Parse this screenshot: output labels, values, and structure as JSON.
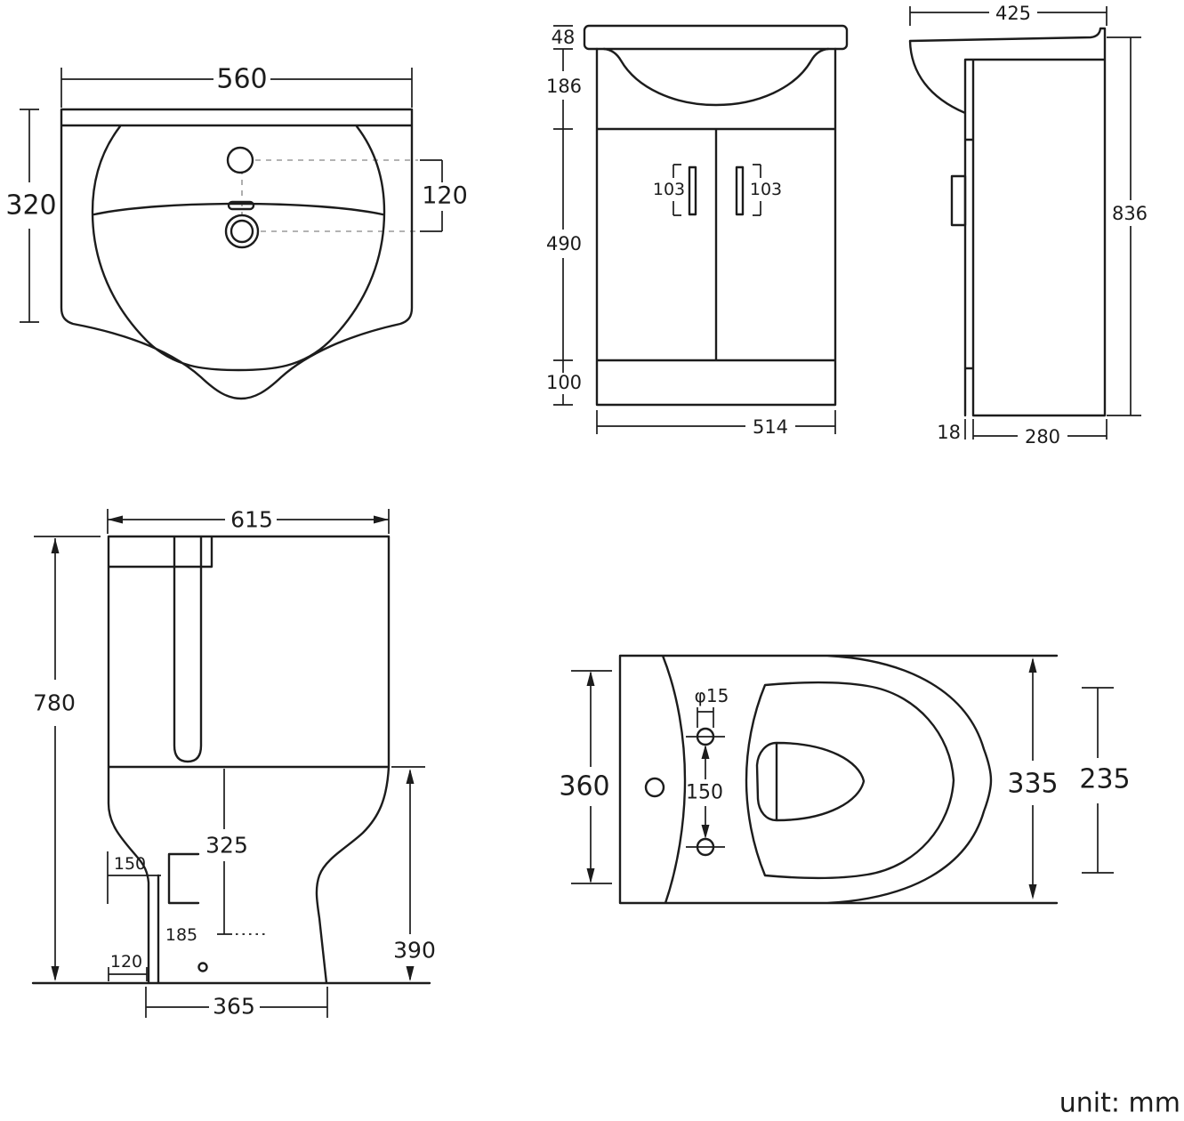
{
  "unit_label": "unit: mm",
  "views": {
    "basin_top": {
      "width": "560",
      "depth": "320",
      "tap_to_drain": "120"
    },
    "vanity_front": {
      "rim_height": "48",
      "basin_depth": "186",
      "door_height": "490",
      "plinth_height": "100",
      "cabinet_width": "514",
      "handle_left": "103",
      "handle_right": "103"
    },
    "vanity_side": {
      "top_depth": "425",
      "total_height": "836",
      "door_thickness": "18",
      "body_depth": "280"
    },
    "toilet_side": {
      "total_depth": "615",
      "total_height": "780",
      "seat_height": "325",
      "inlet_offset": "150",
      "outlet_height": "185",
      "outlet_offset": "120",
      "base_depth": "365",
      "pan_height": "390"
    },
    "toilet_top": {
      "tank_width": "360",
      "hole_diameter": "φ15",
      "hole_spacing": "150",
      "seat_length": "335",
      "bowl_length": "235"
    }
  }
}
